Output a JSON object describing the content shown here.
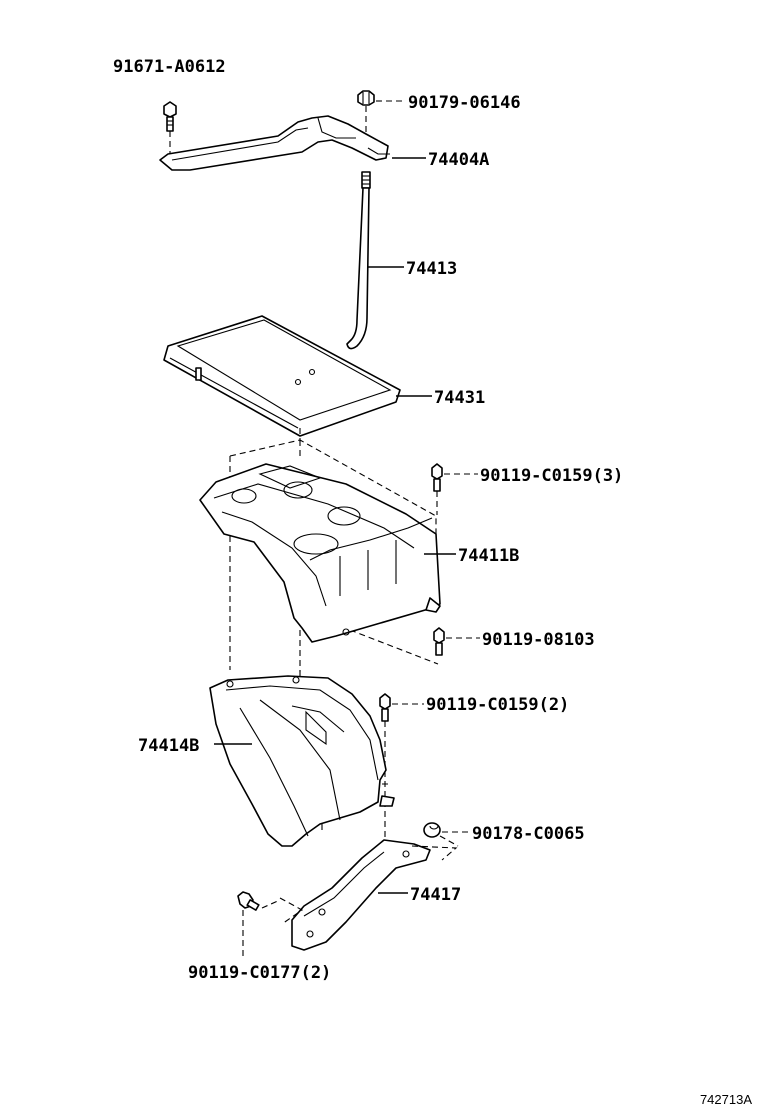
{
  "labels": {
    "p91671_A0612": "91671-A0612",
    "p90179_06146": "90179-06146",
    "p74404A": "74404A",
    "p74413": "74413",
    "p74431": "74431",
    "p90119_C0159_3": "90119-C0159(3)",
    "p74411B": "74411B",
    "p90119_08103": "90119-08103",
    "p90119_C0159_2": "90119-C0159(2)",
    "p74414B": "74414B",
    "p90178_C0065": "90178-C0065",
    "p74417": "74417",
    "p90119_C0177_2": "90119-C0177(2)"
  },
  "figure_id": "742713A"
}
